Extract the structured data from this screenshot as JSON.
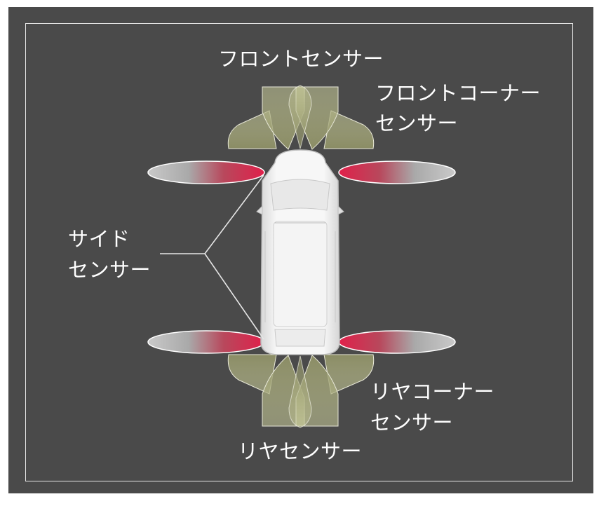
{
  "labels": {
    "front_sensor": "フロントセンサー",
    "front_corner_sensor_line1": "フロントコーナー",
    "front_corner_sensor_line2": "センサー",
    "side_sensor_line1": "サイド",
    "side_sensor_line2": "センサー",
    "rear_corner_sensor_line1": "リヤコーナー",
    "rear_corner_sensor_line2": "センサー",
    "rear_sensor": "リヤセンサー"
  },
  "colors": {
    "panel_background": "#4a4a4a",
    "frame_border": "#e6e6e6",
    "front_rear_sensor_zone": "#bfc28e",
    "side_sensor_zone": "#d0485e",
    "car_body": "#f2f2f2",
    "leader_line": "#e6e6e6"
  }
}
